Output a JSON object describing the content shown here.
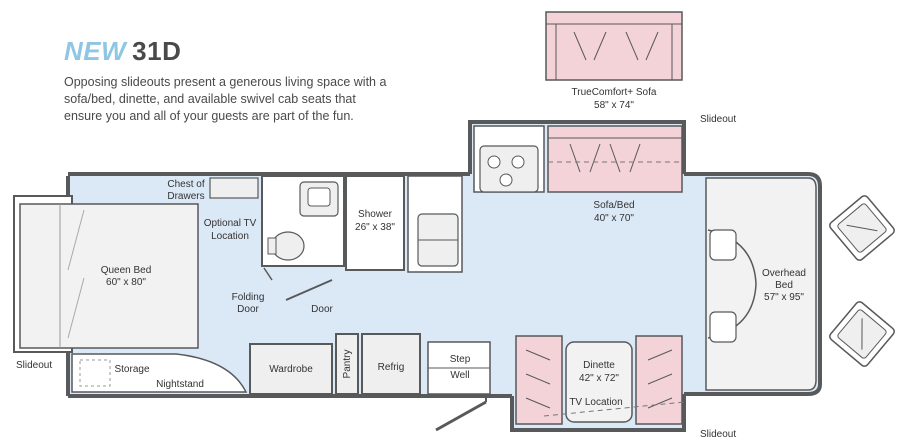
{
  "header": {
    "new_label": "NEW",
    "model": "31D",
    "description": "Opposing slideouts present a generous living space with a sofa/bed, dinette, and available swivel cab seats that ensure you and all of your guests are part of the fun."
  },
  "labels": {
    "truecomfort_sofa": "TrueComfort+ Sofa",
    "truecomfort_size": "58\" x 74\"",
    "slideout_top": "Slideout",
    "chest_line1": "Chest of",
    "chest_line2": "Drawers",
    "optional_tv_line1": "Optional TV",
    "optional_tv_line2": "Location",
    "shower": "Shower",
    "shower_size": "26\" x 38\"",
    "sofa_bed": "Sofa/Bed",
    "sofa_bed_size": "40\" x 70\"",
    "queen_bed": "Queen Bed",
    "queen_bed_size": "60\" x 80\"",
    "folding_door_line1": "Folding",
    "folding_door_line2": "Door",
    "door": "Door",
    "overhead_line1": "Overhead",
    "overhead_line2": "Bed",
    "overhead_size": "57\" x 95\"",
    "slideout_left": "Slideout",
    "storage": "Storage",
    "nightstand": "Nightstand",
    "wardrobe": "Wardrobe",
    "pantry": "Pantry",
    "refrig": "Refrig",
    "step_line1": "Step",
    "step_line2": "Well",
    "dinette": "Dinette",
    "dinette_size": "42\" x 72\"",
    "tv_location": "TV Location",
    "slideout_bottom": "Slideout"
  },
  "colors": {
    "floor": "#dbe8f6",
    "pink": "#f3d2d8",
    "wall": "#58595b",
    "accent": "#8fc6e3",
    "furniture": "#efefef"
  }
}
